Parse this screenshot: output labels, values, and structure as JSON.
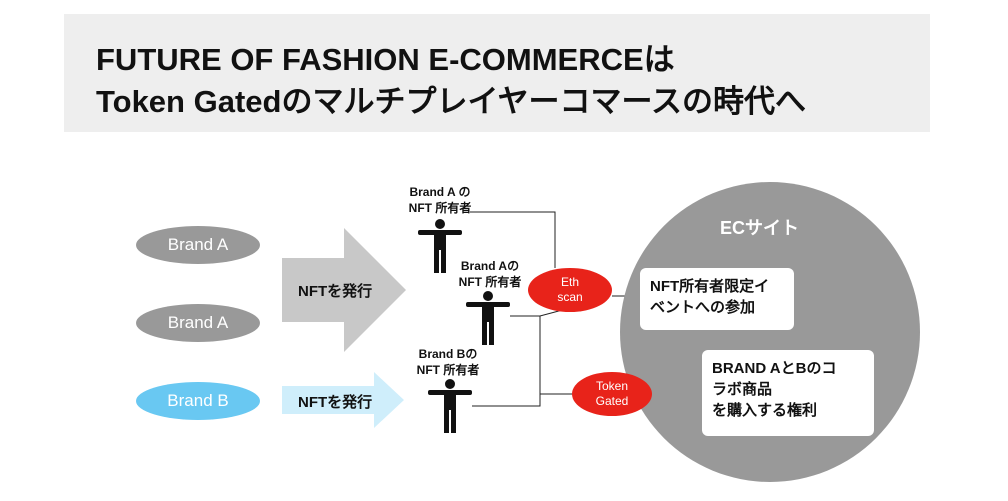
{
  "banner": {
    "title_line1": "FUTURE OF FASHION E-COMMERCEは",
    "title_line2": "Token Gatedのマルチプレイヤーコマースの時代へ"
  },
  "brands": {
    "brand_a_top": "Brand A",
    "brand_a_bottom": "Brand A",
    "brand_b": "Brand B"
  },
  "arrows": {
    "issue_a": "NFTを発行",
    "issue_b": "NFTを発行"
  },
  "holders": {
    "holder_a1_line1": "Brand A の",
    "holder_a1_line2": "NFT 所有者",
    "holder_a2_line1": "Brand Aの",
    "holder_a2_line2": "NFT 所有者",
    "holder_b_line1": "Brand Bの",
    "holder_b_line2": "NFT 所有者"
  },
  "checks": {
    "eth_line1": "Eth",
    "eth_line2": "scan",
    "token_line1": "Token",
    "token_line2": "Gated"
  },
  "ec_site": {
    "title": "ECサイト",
    "benefit1_line1": "NFT所有者限定イ",
    "benefit1_line2": "ベントへの参加",
    "benefit2_line1": "BRAND AとBのコ",
    "benefit2_line2": "ラボ商品",
    "benefit2_line3": "を購入する権利"
  },
  "colors": {
    "grey": "#999999",
    "blue": "#69c8f2",
    "red": "#e8231a",
    "banner": "#eeeeee"
  }
}
